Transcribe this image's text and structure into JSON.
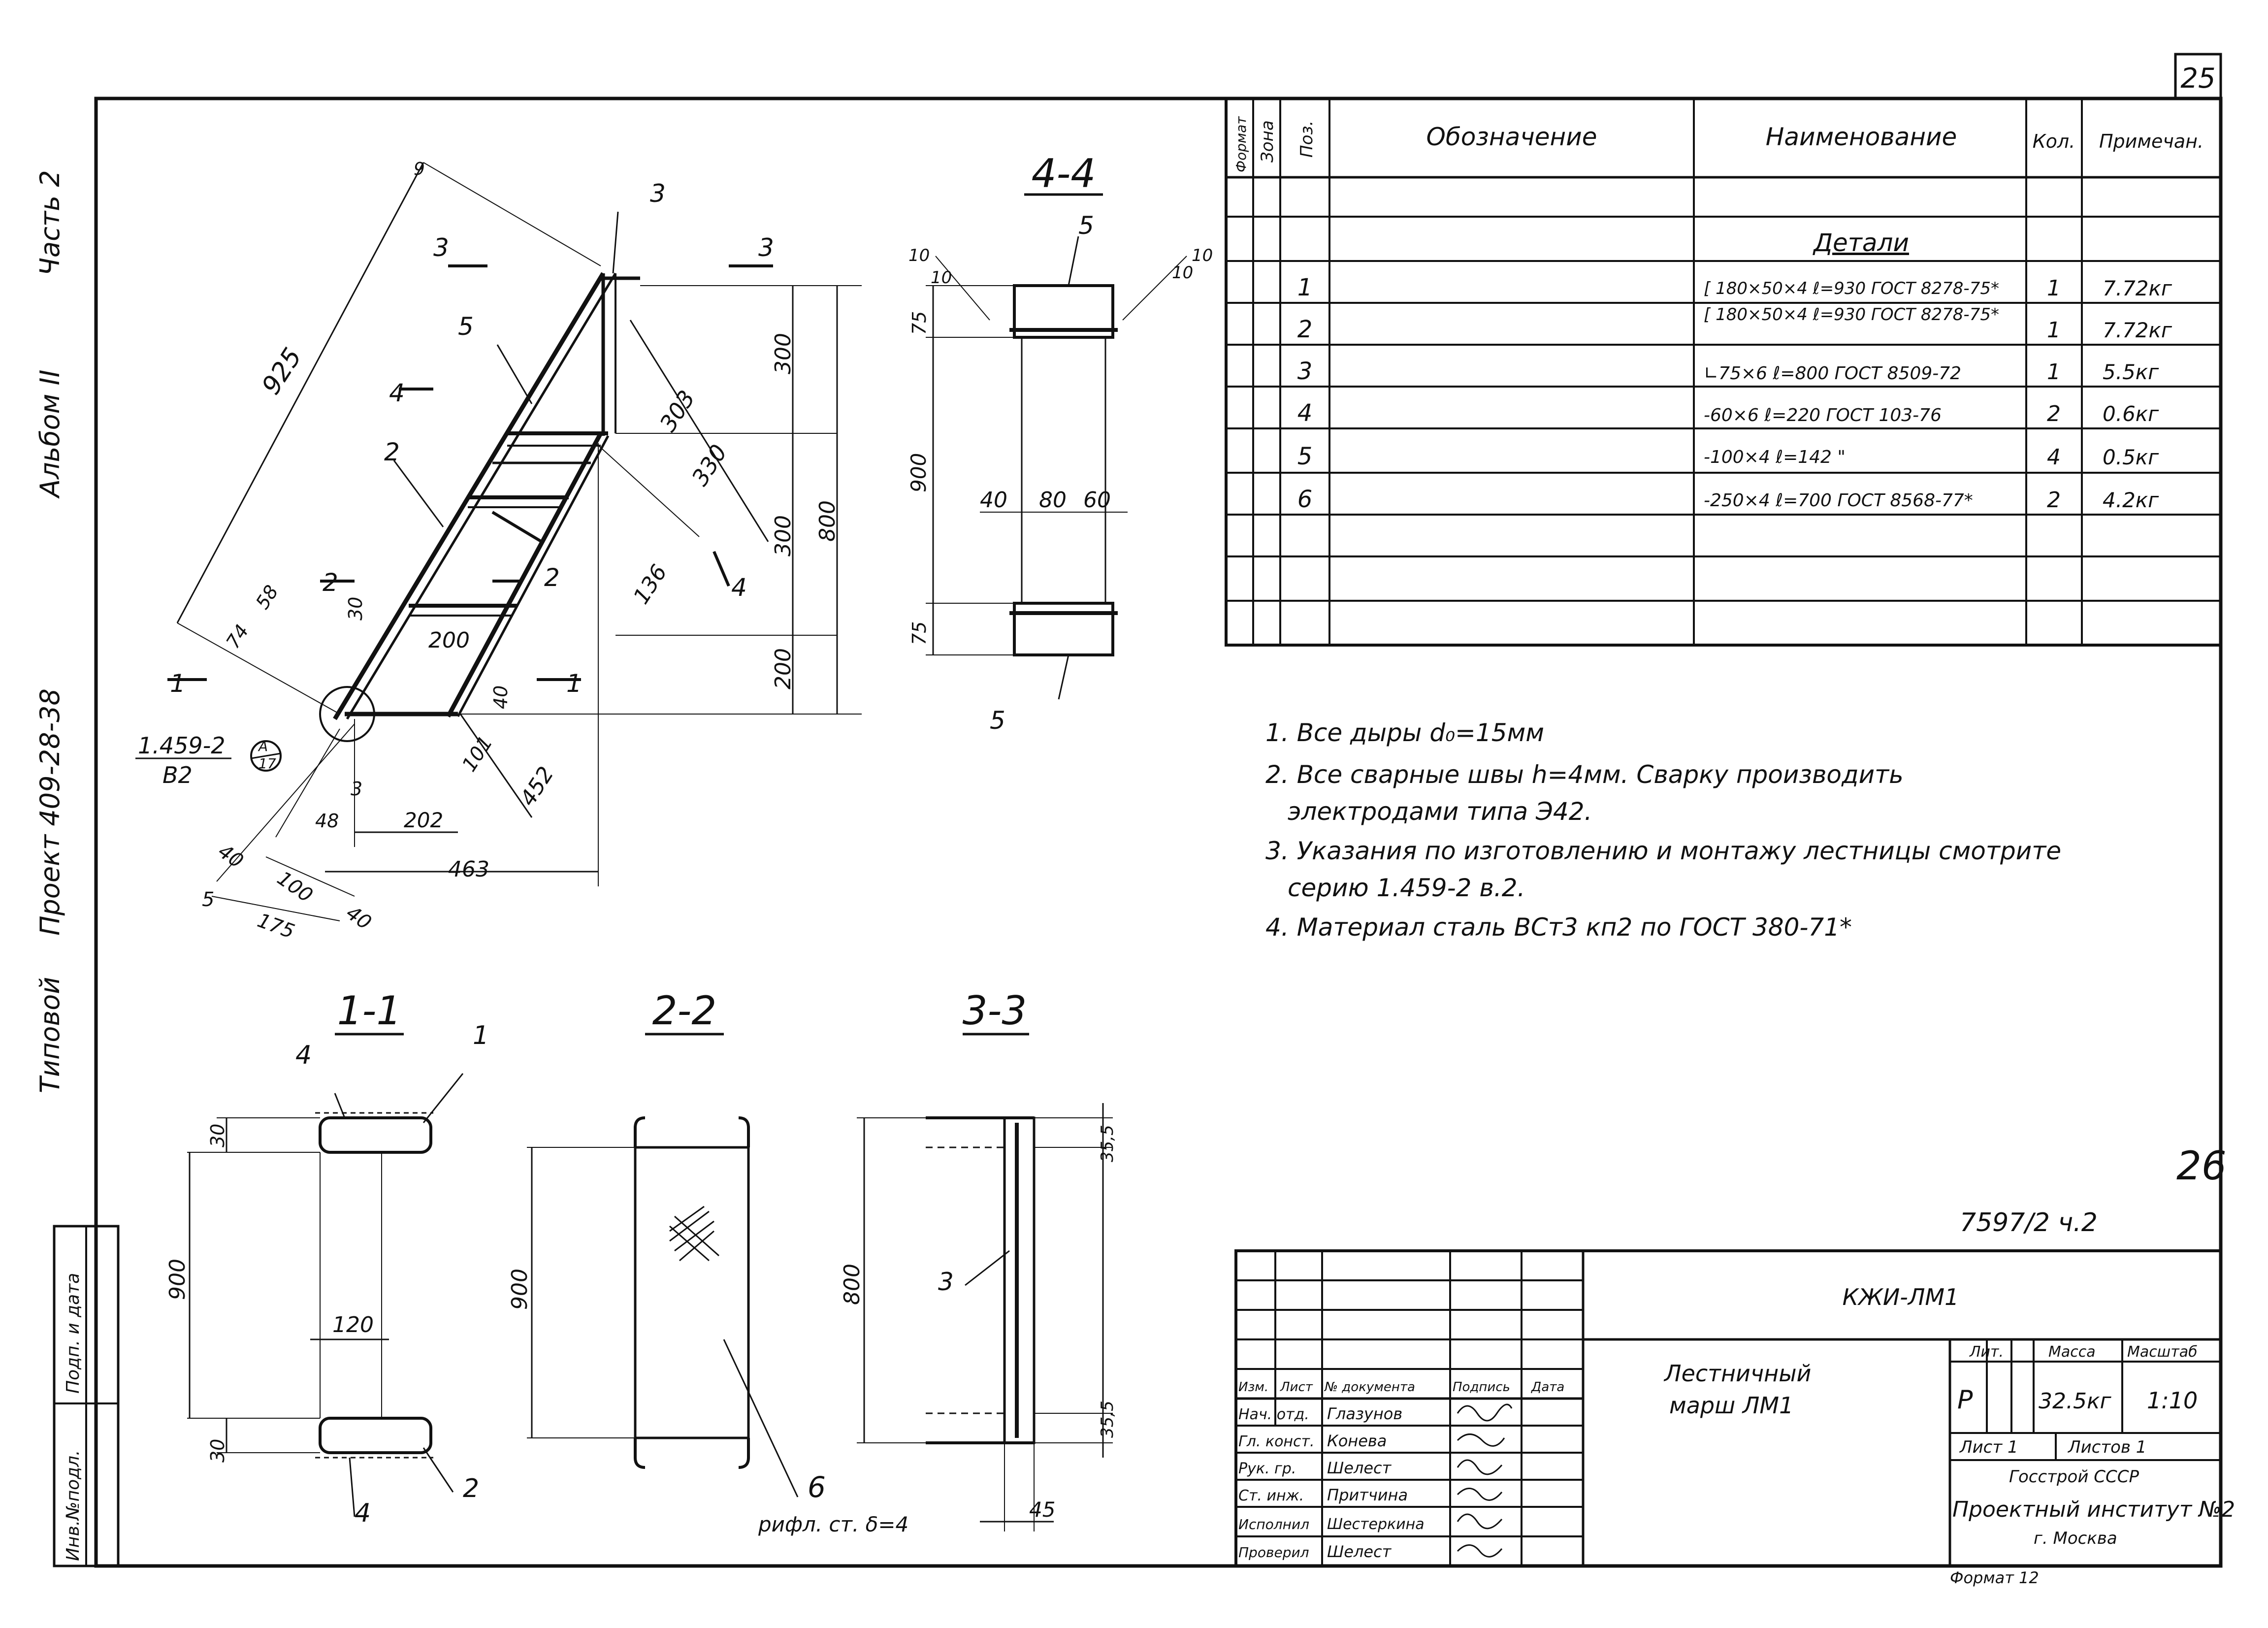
{
  "sheet_number": "25",
  "side_margin": {
    "part": "Часть 2",
    "album": "Альбом II",
    "project": "Проект 409-28-38",
    "typovoy": "Типовой",
    "inv_cells": [
      "Инв.№подл.",
      "Подп. и дата"
    ]
  },
  "views": {
    "section_4_4": "4-4",
    "section_1_1": "1-1",
    "section_2_2": "2-2",
    "section_3_3": "3-3"
  },
  "main_view_labels": {
    "dim_925": "925",
    "dim_303": "303",
    "dim_330": "330",
    "dim_136": "136",
    "dim_300a": "300",
    "dim_300b": "300",
    "dim_800": "800",
    "dim_200a": "200",
    "dim_200b": "200",
    "dim_452": "452",
    "dim_101": "101",
    "dim_202": "202",
    "dim_463": "463",
    "dim_48": "48",
    "dim_3": "3",
    "dim_40a": "40",
    "dim_100": "100",
    "dim_40b": "40",
    "dim_175": "175",
    "dim_5": "5",
    "dim_74": "74",
    "dim_58": "58",
    "dim_30": "30",
    "dim_40c": "40",
    "dim_9": "9",
    "cut_3a": "3",
    "cut_3b": "3",
    "cut_2a": "2",
    "cut_2b": "2",
    "cut_1a": "1",
    "cut_1b": "1",
    "cut_4a": "4",
    "cut_4b": "4",
    "pos_3": "3",
    "pos_5": "5",
    "pos_2": "2",
    "ref_series": "1.459-2",
    "ref_sheet": "В2",
    "ref_node": "А",
    "ref_node_sheet": "17"
  },
  "section_4_4_labels": {
    "pos_5_top": "5",
    "pos_5_bottom": "5",
    "weld_l": "10",
    "weld_l2": "10",
    "weld_r": "10",
    "weld_r2": "10",
    "dim_75a": "75",
    "dim_75b": "75",
    "dim_900": "900",
    "dim_40": "40",
    "dim_80": "80",
    "dim_60": "60"
  },
  "section_1_1_labels": {
    "pos_4_top": "4",
    "pos_1": "1",
    "pos_4_bottom": "4",
    "pos_2": "2",
    "dim_30a": "30",
    "dim_30b": "30",
    "dim_900": "900",
    "dim_120": "120"
  },
  "section_2_2_labels": {
    "dim_900": "900",
    "pos_6": "6",
    "note": "рифл. ст. δ=4"
  },
  "section_3_3_labels": {
    "dim_800": "800",
    "pos_3": "3",
    "dim_35a": "35,5",
    "dim_35b": "35,5",
    "dim_45": "45"
  },
  "spec_table": {
    "headers": [
      "Формат",
      "Зона",
      "Поз.",
      "Обозначение",
      "Наименование",
      "Кол.",
      "Примечан."
    ],
    "section_title": "Детали",
    "rows": [
      {
        "pos": "1",
        "name": "[ 180×50×4  ℓ=930  ГОСТ 8278-75*",
        "qty": "1",
        "note": "7.72кг"
      },
      {
        "pos": "2",
        "name": "[ 180×50×4  ℓ=930  ГОСТ 8278-75*",
        "qty": "1",
        "note": "7.72кг"
      },
      {
        "pos": "3",
        "name": "∟75×6  ℓ=800  ГОСТ 8509-72",
        "qty": "1",
        "note": "5.5кг"
      },
      {
        "pos": "4",
        "name": "-60×6  ℓ=220  ГОСТ 103-76",
        "qty": "2",
        "note": "0.6кг"
      },
      {
        "pos": "5",
        "name": "-100×4  ℓ=142  \"",
        "qty": "4",
        "note": "0.5кг"
      },
      {
        "pos": "6",
        "name": "-250×4  ℓ=700  ГОСТ 8568-77*",
        "qty": "2",
        "note": "4.2кг"
      }
    ]
  },
  "notes": [
    "1. Все дыры d₀=15мм",
    "2. Все сварные швы h=4мм. Сварку производить",
    "электродами типа Э42.",
    "3. Указания по изготовлению и монтажу лестницы смотрите",
    "серию 1.459-2 в.2.",
    "4. Материал сталь ВСт3 кп2 по ГОСТ 380-71*"
  ],
  "stamp": {
    "page_mark": "26",
    "doc_ref": "7597/2 ч.2",
    "code": "КЖИ-ЛМ1",
    "title_line1": "Лестничный",
    "title_line2": "марш ЛМ1",
    "col_lit": "Лит.",
    "col_mass": "Масса",
    "col_scale": "Масштаб",
    "lit": "Р",
    "mass": "32.5кг",
    "scale": "1:10",
    "sheet": "Лист 1",
    "sheets": "Листов 1",
    "org1": "Госстрой СССР",
    "org2": "Проектный институт №2",
    "org3": "г. Москва",
    "format": "Формат 12",
    "sig_header": [
      "Изм.",
      "Лист",
      "№ документа",
      "Подпись",
      "Дата"
    ],
    "people": [
      {
        "role": "Нач. отд.",
        "name": "Глазунов"
      },
      {
        "role": "Гл. конст.",
        "name": "Конева"
      },
      {
        "role": "Рук. гр.",
        "name": "Шелест"
      },
      {
        "role": "Ст. инж.",
        "name": "Притчина"
      },
      {
        "role": "Исполнил",
        "name": "Шестеркина"
      },
      {
        "role": "Проверил",
        "name": "Шелест"
      }
    ]
  }
}
